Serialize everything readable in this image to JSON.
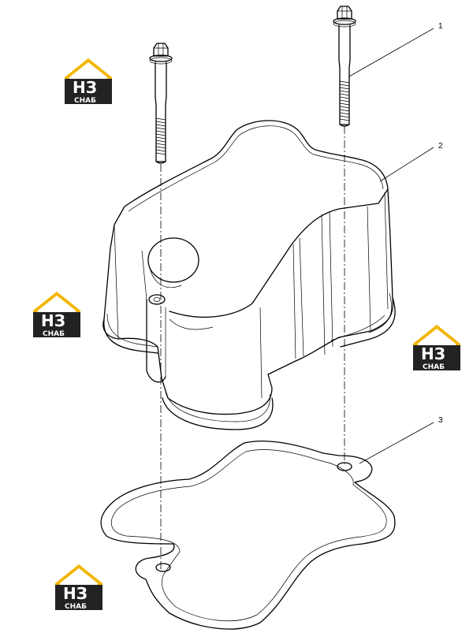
{
  "diagram": {
    "callouts": [
      "1",
      "2",
      "3"
    ],
    "parts": [
      "flange-bolt",
      "valve-cover",
      "cover-gasket"
    ]
  },
  "watermark": {
    "logo_text_top": "НЗ",
    "logo_text_bottom": "СНАБ",
    "colors": {
      "roof": "#f2b600",
      "body": "#222222",
      "accent": "#f2b600"
    }
  }
}
